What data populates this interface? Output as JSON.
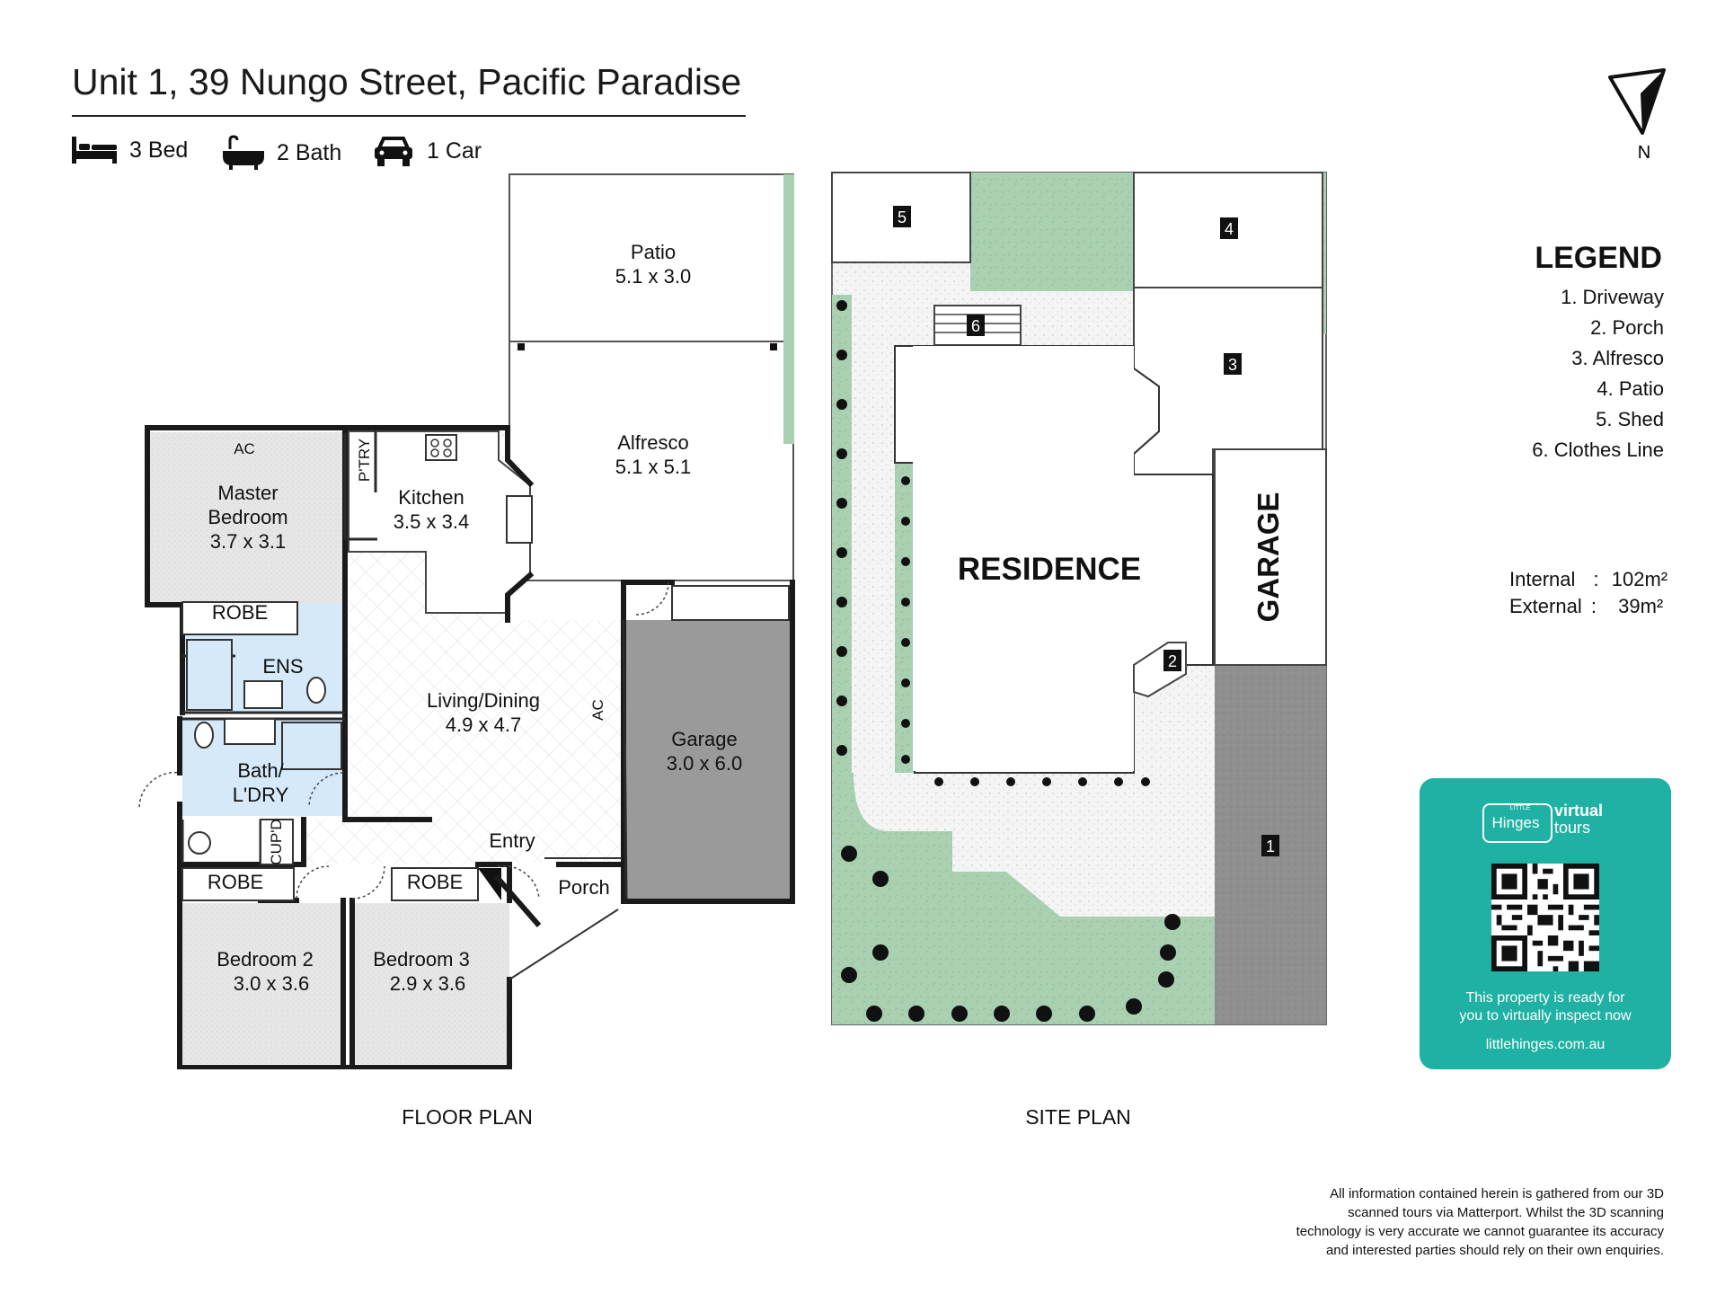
{
  "header": {
    "title": "Unit 1, 39 Nungo Street, Pacific Paradise",
    "features": [
      {
        "icon": "bed-icon",
        "label": "3 Bed"
      },
      {
        "icon": "bath-icon",
        "label": "2 Bath"
      },
      {
        "icon": "car-icon",
        "label": "1 Car"
      }
    ]
  },
  "compass": {
    "label": "N"
  },
  "floor_plan": {
    "caption": "FLOOR PLAN",
    "rooms": {
      "patio": {
        "name": "Patio",
        "size": "5.1 x 3.0"
      },
      "alfresco": {
        "name": "Alfresco",
        "size": "5.1 x 5.1"
      },
      "kitchen": {
        "name": "Kitchen",
        "size": "3.5 x 3.4"
      },
      "pantry": {
        "name": "P'TRY"
      },
      "master": {
        "name1": "Master",
        "name2": "Bedroom",
        "size": "3.7 x 3.1"
      },
      "living": {
        "name": "Living/Dining",
        "size": "4.9 x 4.7"
      },
      "garage": {
        "name": "Garage",
        "size": "3.0 x 6.0"
      },
      "ens": {
        "name": "ENS"
      },
      "bath": {
        "name1": "Bath/",
        "name2": "L'DRY"
      },
      "cupd": {
        "name": "CUP'D"
      },
      "entry": {
        "name": "Entry"
      },
      "porch": {
        "name": "Porch"
      },
      "bed2": {
        "name": "Bedroom 2",
        "size": "3.0 x 3.6"
      },
      "bed3": {
        "name": "Bedroom 3",
        "size": "2.9 x 3.6"
      }
    },
    "labels": {
      "ac": "AC",
      "robe": "ROBE"
    }
  },
  "site_plan": {
    "caption": "SITE PLAN",
    "residence": "RESIDENCE",
    "garage": "GARAGE",
    "markers": [
      "1",
      "2",
      "3",
      "4",
      "5",
      "6"
    ]
  },
  "legend": {
    "title": "LEGEND",
    "items": [
      "1. Driveway",
      "2. Porch",
      "3. Alfresco",
      "4. Patio",
      "5. Shed",
      "6. Clothes Line"
    ]
  },
  "areas": {
    "internal_label": "Internal",
    "internal_value": "102m²",
    "external_label": "External",
    "external_value": "39m²",
    "separator": ":"
  },
  "virtual_tour": {
    "brand_small": "LITTLE",
    "brand": "Hinges",
    "product1": "virtual",
    "product2": "tours",
    "line1": "This property is ready for",
    "line2": "you to virtually inspect now",
    "url": "littlehinges.com.au"
  },
  "disclaimer": {
    "lines": [
      "All information contained herein is gathered from our 3D",
      "scanned tours via Matterport. Whilst the 3D scanning",
      "technology is very accurate we cannot guarantee its accuracy",
      "and interested parties should rely on their own enquiries."
    ]
  },
  "colors": {
    "wall": "#1a1a1a",
    "garage_fill": "#9a9a9a",
    "carpet_fill": "#e4e4e4",
    "wet_fill": "#d5e9f8",
    "lawn_fill": "#a9d0b1",
    "driveway_fill": "#8f8f8f",
    "tour_card": "#1fb1a3"
  }
}
